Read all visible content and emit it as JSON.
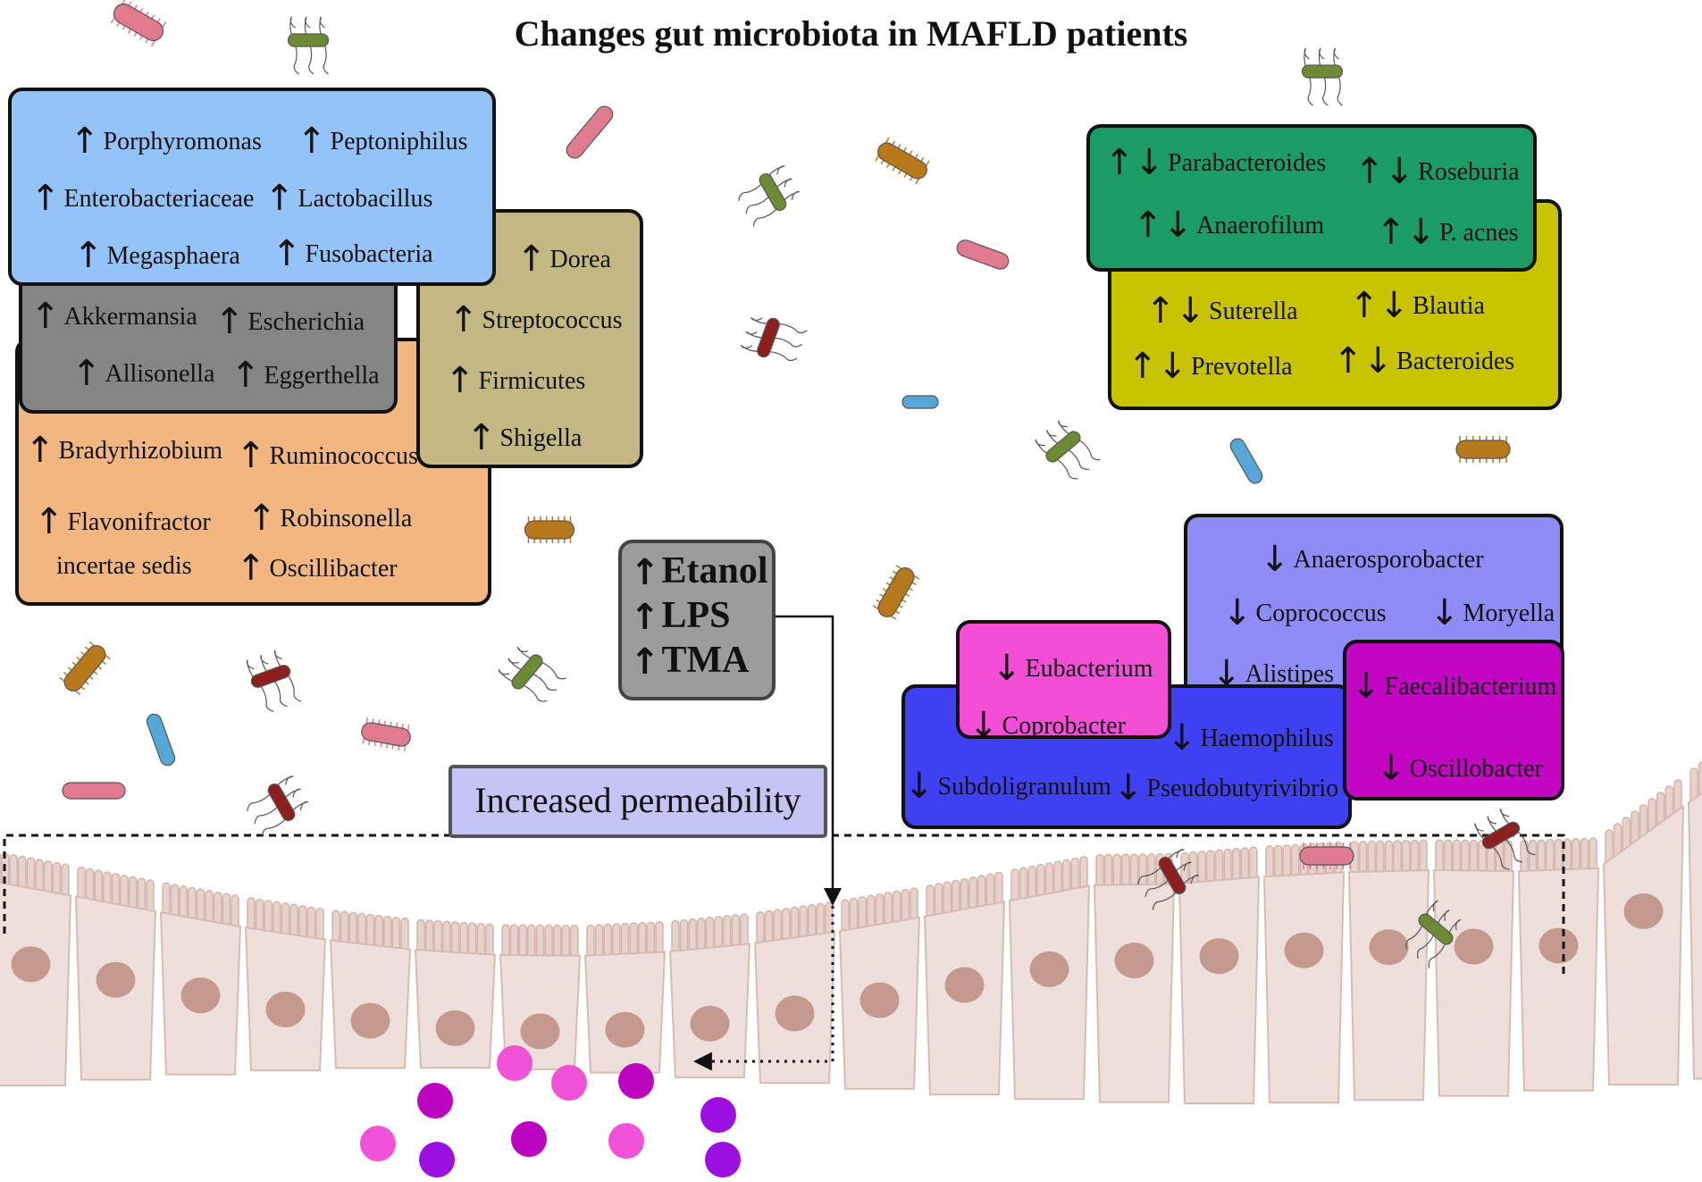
{
  "title": "Changes gut microbiota in MAFLD patients",
  "arrows": {
    "up": "↑",
    "down": "↓",
    "updown": "↑↓"
  },
  "colors": {
    "blue_box": "#94c3f8",
    "gray_box": "#858585",
    "orange_box": "#f2b780",
    "olive_box": "#c3b782",
    "green_box": "#1a9c64",
    "yellow_box": "#c8c400",
    "lavender_box": "#8e8cf6",
    "pink_box": "#f44ed6",
    "royal_box": "#3f3ff4",
    "magenta_box": "#c304c2",
    "permeability_box": "#c5c4f4",
    "metabolite_box": "#9c9c9c"
  },
  "increased": {
    "blue": [
      "Porphyromonas",
      "Peptoniphilus",
      "Enterobacteriaceae",
      "Lactobacillus",
      "Megasphaera",
      "Fusobacteria"
    ],
    "gray": [
      "Akkermansia",
      "Escherichia",
      "Allisonella",
      "Eggerthella"
    ],
    "orange": [
      "Bradyrhizobium",
      "Ruminococcus",
      "Flavonifractor",
      "incertae sedis",
      "Robinsonella",
      "Oscillibacter"
    ],
    "olive": [
      "Dorea",
      "Streptococcus",
      "Firmicutes",
      "Shigella"
    ]
  },
  "variable": {
    "green": [
      "Parabacteroides",
      "Roseburia",
      "Anaerofilum",
      "P. acnes"
    ],
    "yellow": [
      "Suterella",
      "Blautia",
      "Prevotella",
      "Bacteroides"
    ]
  },
  "decreased": {
    "lavender": [
      "Anaerosporobacter",
      "Coprococcus",
      "Moryella",
      "Alistipes"
    ],
    "pink": [
      "Eubacterium",
      "Coprobacter"
    ],
    "royal": [
      "Haemophilus",
      "Subdoligranulum",
      "Pseudobutyrivibrio"
    ],
    "magenta": [
      "Faecalibacterium",
      "Oscillobacter"
    ]
  },
  "metabolites": [
    "Etanol",
    "LPS",
    "TMA"
  ],
  "permeability": "Increased permeability"
}
